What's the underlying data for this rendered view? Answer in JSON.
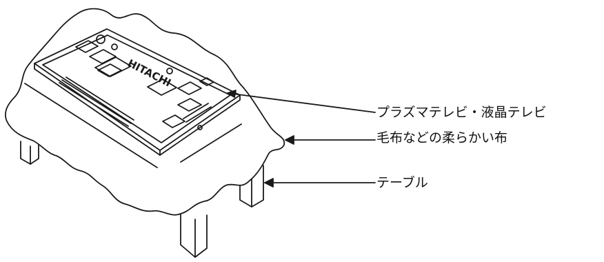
{
  "callouts": {
    "tv": "プラズマテレビ・液晶テレビ",
    "cloth": "毛布などの柔らかい布",
    "table": "テーブル"
  },
  "brand": "HITACHI",
  "colors": {
    "line": "#1a1a1a",
    "background": "#ffffff"
  }
}
